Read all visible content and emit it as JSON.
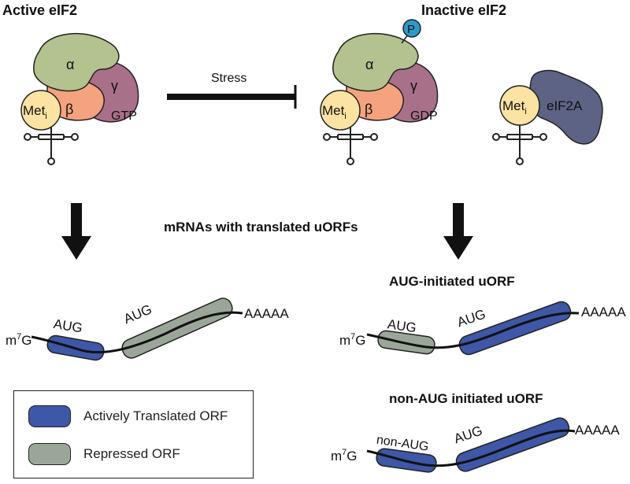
{
  "titles": {
    "active": "Active eIF2",
    "inactive": "Inactive eIF2",
    "mrnas": "mRNAs with translated uORFs",
    "aug_initiated": "AUG-initiated uORF",
    "non_aug_initiated": "non-AUG initiated uORF"
  },
  "complex": {
    "alpha": "α",
    "beta": "β",
    "gamma": "γ",
    "met": "Met",
    "met_sub": "i",
    "gtp": "GTP",
    "gdp": "GDP",
    "phospho": "P",
    "eif2a": "eIF2A"
  },
  "stress": "Stress",
  "mrna": {
    "cap": "m",
    "cap_sup": "7",
    "cap_end": "G",
    "aug": "AUG",
    "non_aug": "non-AUG",
    "polya": "AAAAA"
  },
  "legend": {
    "active": "Actively Translated ORF",
    "repressed": "Repressed ORF"
  },
  "colors": {
    "alpha": "#b3c28e",
    "beta": "#f5a37e",
    "gamma": "#a9708a",
    "met": "#fde3a3",
    "phospho": "#2b9ac9",
    "eif2a": "#5c6384",
    "active_orf": "#3e57a6",
    "repressed_orf": "#9aa798"
  }
}
